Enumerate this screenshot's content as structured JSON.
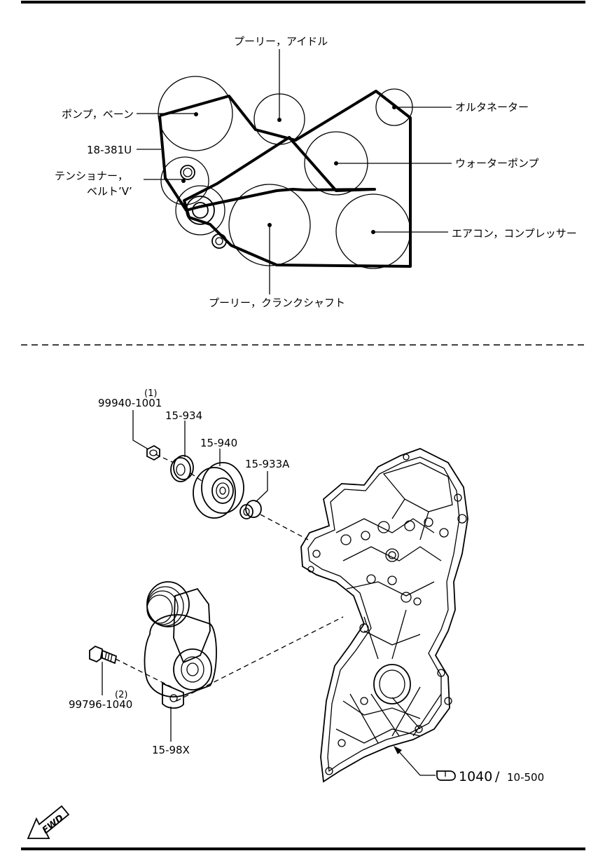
{
  "belt_diagram": {
    "labels": {
      "idler_pulley": "プーリー，アイドル",
      "vane_pump": "ポンプ，ベーン",
      "alternator": "オルタネーター",
      "belt_part_no": "18-381U",
      "tensioner_line1": "テンショナー，",
      "tensioner_line2": "ベルト’V’",
      "water_pump": "ウォーターポンプ",
      "ac_compressor": "エアコン，コンプレッサー",
      "crankshaft_pulley": "プーリー，クランクシャフト"
    }
  },
  "parts_diagram": {
    "labels": {
      "nut_qty": "(1)",
      "nut_part": "99940-1001",
      "part_15934": "15-934",
      "part_15940": "15-940",
      "part_15933a": "15-933A",
      "bolt_qty": "(2)",
      "bolt_part": "99796-1040",
      "part_1598x": "15-98X",
      "ref_main": "1040",
      "ref_sep": "/",
      "ref_sub": "10-500",
      "fwd": "FWD"
    }
  }
}
